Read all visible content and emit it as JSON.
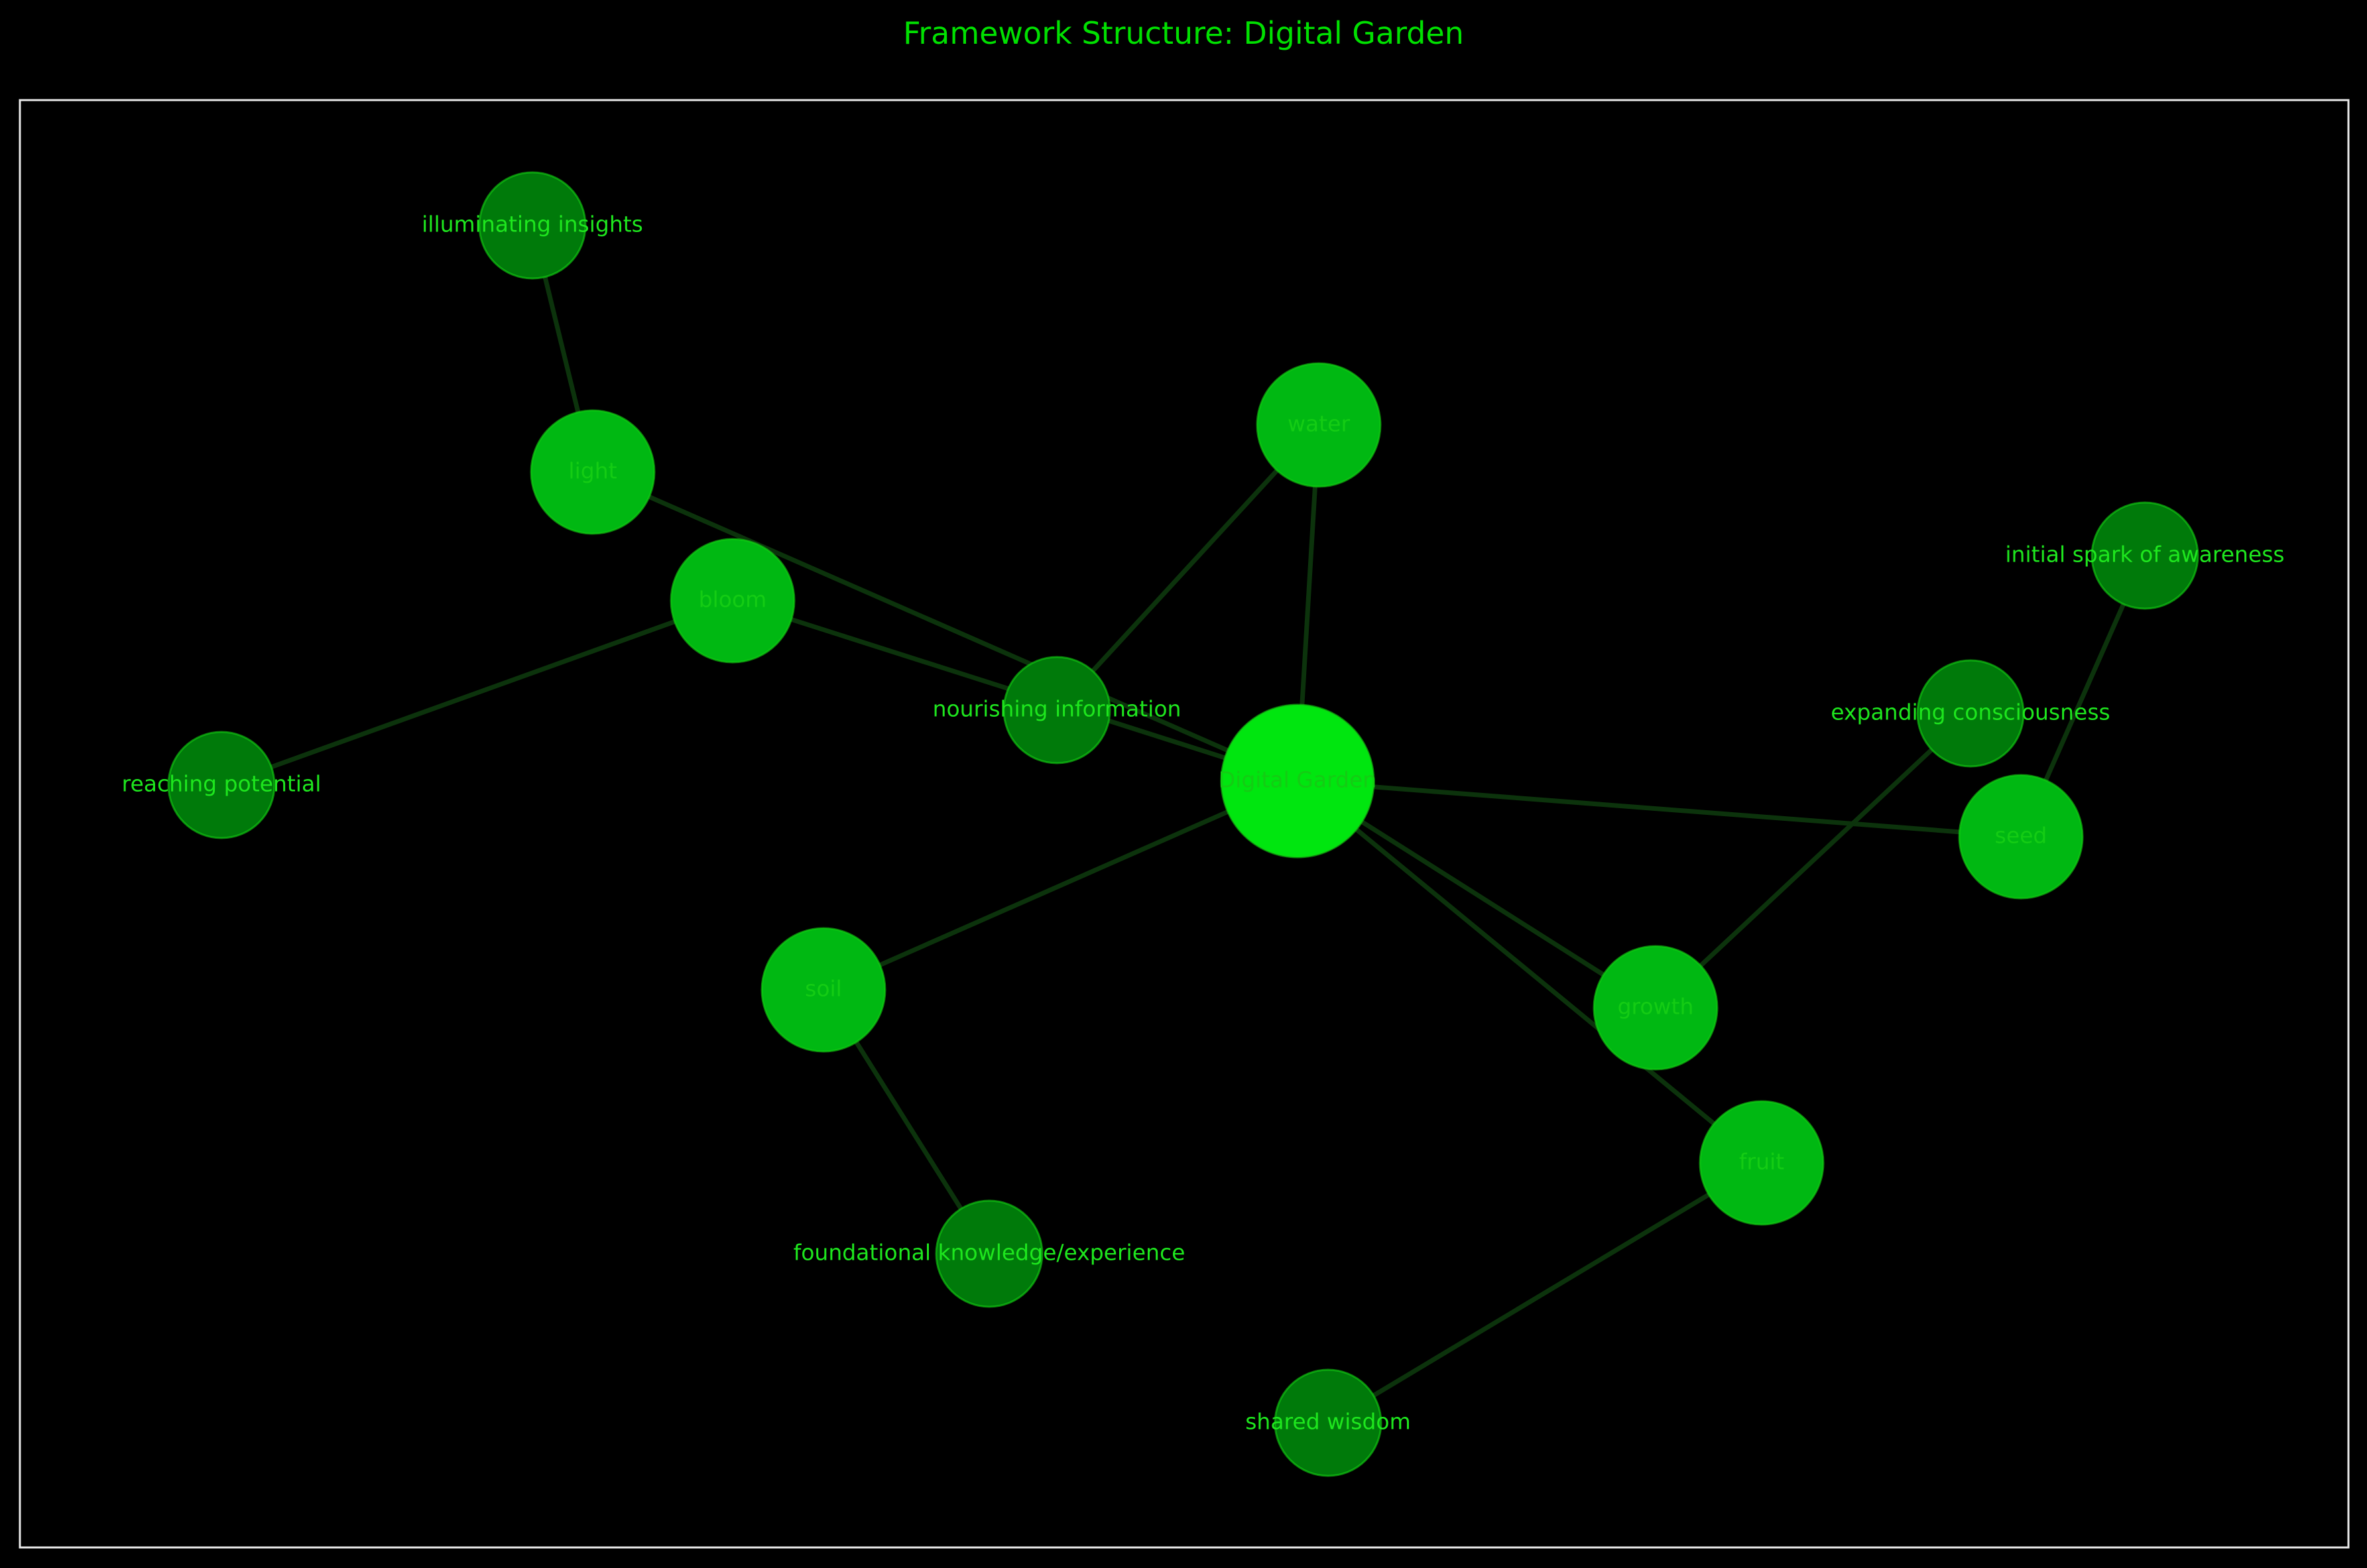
{
  "title": "Framework Structure: Digital Garden",
  "colors": {
    "background": "#000000",
    "root_node": "#00e60f",
    "primary_node": "#00b812",
    "secondary_node": "#007a0a",
    "node_stroke": "#14d414",
    "edge": "#0c330c",
    "label": "#1ee61e",
    "label_on_bright": "#14cc14",
    "frame": "#e8e8e8"
  },
  "nodes": [
    {
      "id": "digital-garden",
      "label": "Digital Garden",
      "level": "root"
    },
    {
      "id": "water",
      "label": "water",
      "level": "primary"
    },
    {
      "id": "light",
      "label": "light",
      "level": "primary"
    },
    {
      "id": "bloom",
      "label": "bloom",
      "level": "primary"
    },
    {
      "id": "seed",
      "label": "seed",
      "level": "primary"
    },
    {
      "id": "soil",
      "label": "soil",
      "level": "primary"
    },
    {
      "id": "growth",
      "label": "growth",
      "level": "primary"
    },
    {
      "id": "fruit",
      "label": "fruit",
      "level": "primary"
    },
    {
      "id": "illuminating-insights",
      "label": "illuminating insights",
      "level": "secondary"
    },
    {
      "id": "nourishing-information",
      "label": "nourishing information",
      "level": "secondary"
    },
    {
      "id": "initial-spark-of-awareness",
      "label": "initial spark of awareness",
      "level": "secondary"
    },
    {
      "id": "expanding-consciousness",
      "label": "expanding consciousness",
      "level": "secondary"
    },
    {
      "id": "reaching-potential",
      "label": "reaching potential",
      "level": "secondary"
    },
    {
      "id": "foundational-knowledge-experience",
      "label": "foundational knowledge/experience",
      "level": "secondary"
    },
    {
      "id": "shared-wisdom",
      "label": "shared wisdom",
      "level": "secondary"
    }
  ],
  "edges": [
    [
      "digital-garden",
      "water"
    ],
    [
      "digital-garden",
      "light"
    ],
    [
      "digital-garden",
      "bloom"
    ],
    [
      "digital-garden",
      "seed"
    ],
    [
      "digital-garden",
      "soil"
    ],
    [
      "digital-garden",
      "growth"
    ],
    [
      "digital-garden",
      "fruit"
    ],
    [
      "light",
      "illuminating-insights"
    ],
    [
      "water",
      "nourishing-information"
    ],
    [
      "seed",
      "initial-spark-of-awareness"
    ],
    [
      "growth",
      "expanding-consciousness"
    ],
    [
      "bloom",
      "reaching-potential"
    ],
    [
      "soil",
      "foundational-knowledge-experience"
    ],
    [
      "fruit",
      "shared-wisdom"
    ]
  ]
}
